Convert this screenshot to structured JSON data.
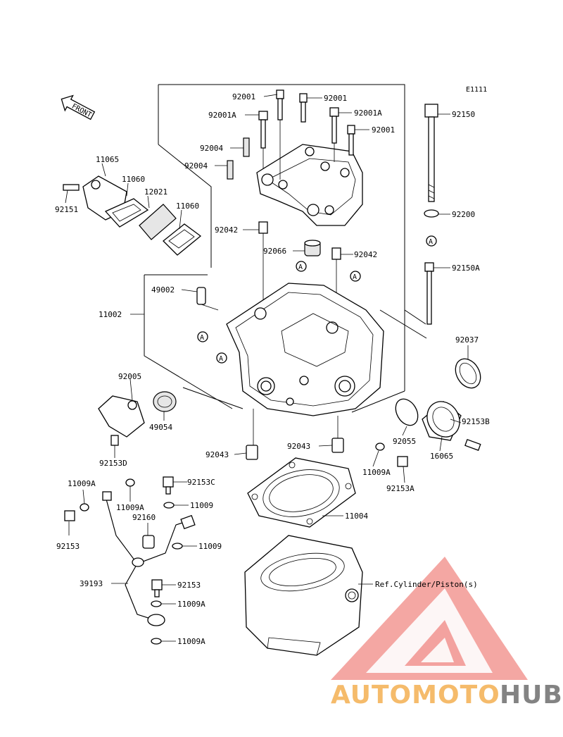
{
  "diagram": {
    "code": "E1111",
    "front_label": "FRONT",
    "ref_label": "Ref.Cylinder/Piston(s)",
    "marker": "A",
    "parts": [
      {
        "id": "p1",
        "label": "92001"
      },
      {
        "id": "p2",
        "label": "92001"
      },
      {
        "id": "p3",
        "label": "92001A"
      },
      {
        "id": "p4",
        "label": "92001A"
      },
      {
        "id": "p5",
        "label": "92001"
      },
      {
        "id": "p6",
        "label": "92004"
      },
      {
        "id": "p7",
        "label": "92004"
      },
      {
        "id": "p8",
        "label": "92150"
      },
      {
        "id": "p9",
        "label": "11065"
      },
      {
        "id": "p10",
        "label": "11060"
      },
      {
        "id": "p11",
        "label": "12021"
      },
      {
        "id": "p12",
        "label": "11060"
      },
      {
        "id": "p13",
        "label": "92151"
      },
      {
        "id": "p14",
        "label": "92042"
      },
      {
        "id": "p15",
        "label": "92066"
      },
      {
        "id": "p16",
        "label": "92042"
      },
      {
        "id": "p17",
        "label": "92200"
      },
      {
        "id": "p18",
        "label": "92150A"
      },
      {
        "id": "p19",
        "label": "49002"
      },
      {
        "id": "p20",
        "label": "11002"
      },
      {
        "id": "p21",
        "label": "92037"
      },
      {
        "id": "p22",
        "label": "92005"
      },
      {
        "id": "p23",
        "label": "49054"
      },
      {
        "id": "p24",
        "label": "92153B"
      },
      {
        "id": "p25",
        "label": "92055"
      },
      {
        "id": "p26",
        "label": "16065"
      },
      {
        "id": "p27",
        "label": "92153D"
      },
      {
        "id": "p28",
        "label": "92043"
      },
      {
        "id": "p29",
        "label": "92043"
      },
      {
        "id": "p30",
        "label": "11009A"
      },
      {
        "id": "p31",
        "label": "92153A"
      },
      {
        "id": "p32",
        "label": "11009A"
      },
      {
        "id": "p33",
        "label": "92153C"
      },
      {
        "id": "p34",
        "label": "11009A"
      },
      {
        "id": "p35",
        "label": "11009"
      },
      {
        "id": "p36",
        "label": "92160"
      },
      {
        "id": "p37",
        "label": "11004"
      },
      {
        "id": "p38",
        "label": "92153"
      },
      {
        "id": "p39",
        "label": "11009"
      },
      {
        "id": "p40",
        "label": "39193"
      },
      {
        "id": "p41",
        "label": "92153"
      },
      {
        "id": "p42",
        "label": "11009A"
      },
      {
        "id": "p43",
        "label": "11009A"
      }
    ]
  },
  "watermark": {
    "brand_part1": "AUTOMOTO",
    "brand_part2": "HUB",
    "color_red": "#e8413a",
    "color_orange": "#f2a43a",
    "color_gray": "#6d6d6d"
  }
}
